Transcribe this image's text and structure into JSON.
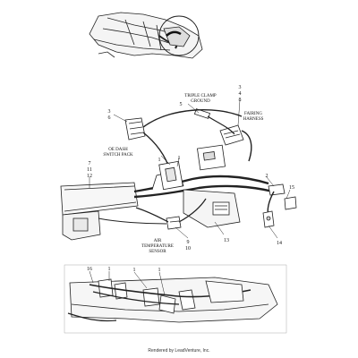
{
  "labels": {
    "triple_clamp_line1": "TRIPLE CLAMP",
    "triple_clamp_line2": "GROUND",
    "fairing_line1": "FAIRING",
    "fairing_line2": "HARNESS",
    "oe_dash_line1": "OE DASH",
    "oe_dash_line2": "SWITCH PACK",
    "air_temp_line1": "AIR",
    "air_temp_line2": "TEMPERATURE",
    "air_temp_line3": "SENSOR"
  },
  "callouts": {
    "c3a": "3",
    "c4a": "4",
    "c8a": "8",
    "c5": "5",
    "c3b": "3",
    "c6b": "6",
    "c1a": "1",
    "c1b": "1",
    "c2": "2",
    "c15": "15",
    "c7": "7",
    "c11": "11",
    "c12": "12",
    "c13": "13",
    "c9": "9",
    "c10": "10",
    "c14": "14",
    "c16": "16",
    "c1c": "1",
    "c1d": "1",
    "c1e": "1"
  },
  "footer": "Rendered by LeadVenture, Inc."
}
